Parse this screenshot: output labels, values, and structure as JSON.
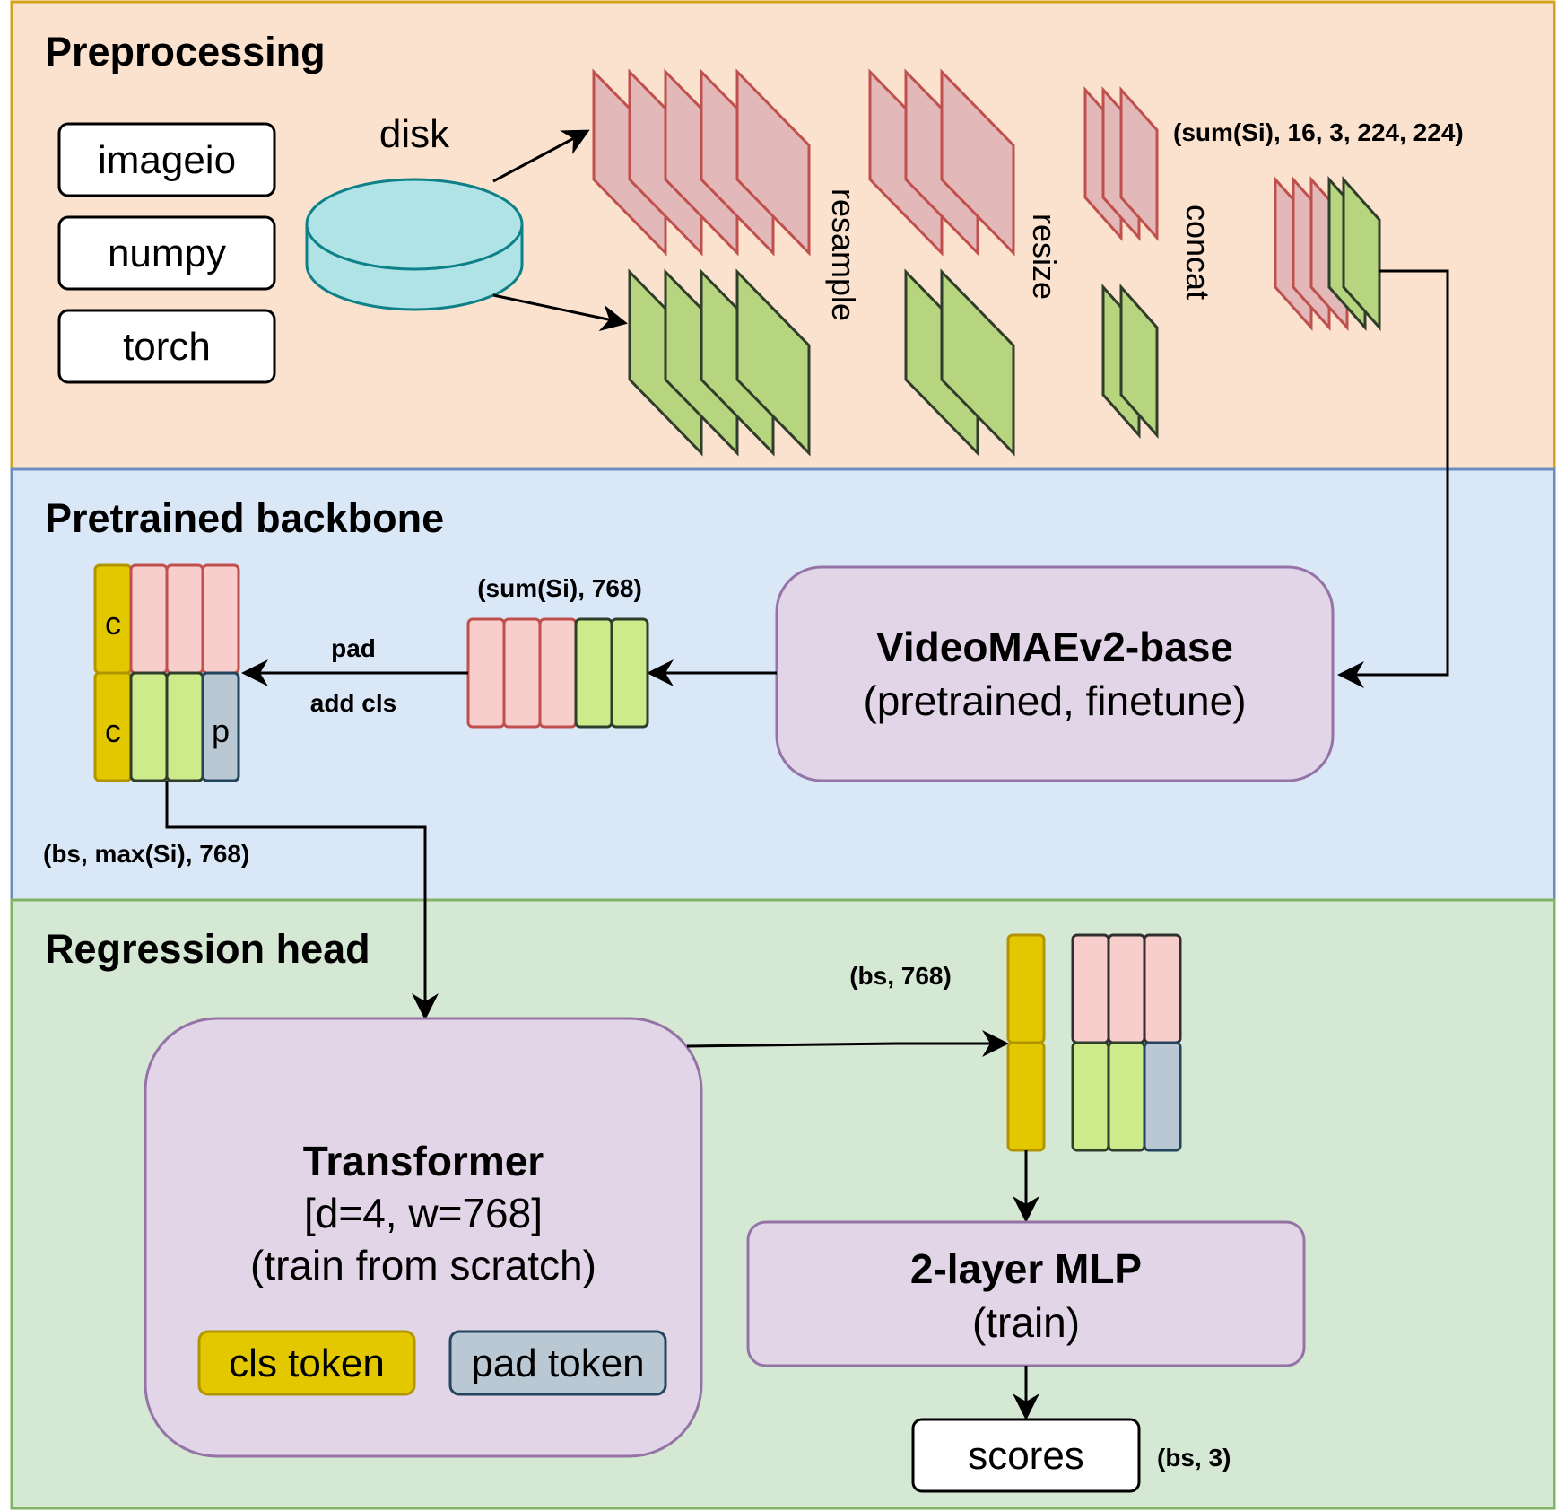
{
  "sections": {
    "preprocessing": "Preprocessing",
    "backbone": "Pretrained backbone",
    "head": "Regression head"
  },
  "libraries": [
    "imageio",
    "numpy",
    "torch"
  ],
  "preprocessing": {
    "disk_label": "disk",
    "steps": [
      "resample",
      "resize",
      "concat"
    ],
    "output_shape": "(sum(Si), 16, 3, 224, 224)"
  },
  "backbone": {
    "model_name": "VideoMAEv2-base",
    "model_desc": "(pretrained, finetune)",
    "features_shape": "(sum(Si), 768)",
    "pad_label": "pad",
    "add_cls_label": "add cls",
    "padded_shape": "(bs, max(Si), 768)",
    "token_cls": "c",
    "token_pad": "p"
  },
  "head": {
    "transformer_name": "Transformer",
    "transformer_config": "[d=4, w=768]",
    "transformer_desc": "(train from scratch)",
    "legend_cls": "cls token",
    "legend_pad": "pad token",
    "cls_shape": "(bs, 768)",
    "mlp_name": "2-layer MLP",
    "mlp_desc": "(train)",
    "output_label": "scores",
    "output_shape": "(bs, 3)"
  },
  "colors": {
    "preprocessing_bg": "#fbe2cf",
    "preprocessing_border": "#d6a21e",
    "backbone_bg": "#dae7f7",
    "backbone_border": "#6c8ebf",
    "head_bg": "#d5e8d4",
    "head_border": "#82b366",
    "red_frame_fill": "#e2b9b8",
    "red_frame_stroke": "#c0504d",
    "green_frame_fill": "#b7d47f",
    "green_frame_stroke": "#2f3d2a",
    "disk_fill": "#b0e3e6",
    "disk_stroke": "#0e8088",
    "model_box_fill": "#e1d5e7",
    "model_box_stroke": "#9673a6",
    "cls_token": "#e3c800",
    "pad_token": "#bac8d3",
    "red_token": "#f8cecc",
    "green_token": "#cdeb8b"
  }
}
